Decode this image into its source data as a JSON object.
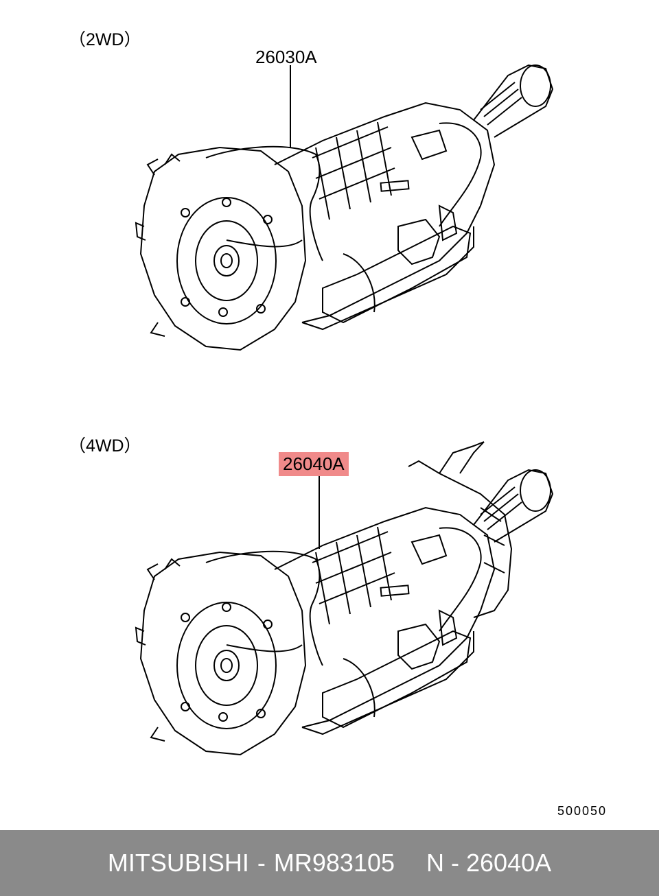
{
  "sections": [
    {
      "label": "（2WD）",
      "part_number": "26030A",
      "highlighted": false
    },
    {
      "label": "（4WD）",
      "part_number": "26040A",
      "highlighted": true
    }
  ],
  "diagram_code": "500050",
  "footer": {
    "brand": "MITSUBISHI",
    "separator": "-",
    "part_ref": "MR983105",
    "callout_ref": "N - 26040A"
  },
  "colors": {
    "highlight": "#f08a8a",
    "footer_bg": "#8a8a8a"
  }
}
